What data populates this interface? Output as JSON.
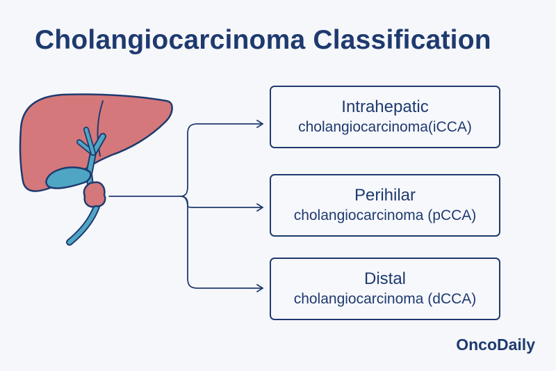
{
  "title": "Cholangiocarcinoma Classification",
  "categories": [
    {
      "name": "Intrahepatic",
      "full": "cholangiocarcinoma(iCCA)"
    },
    {
      "name": "Perihilar",
      "full": "cholangiocarcinoma (pCCA)"
    },
    {
      "name": "Distal",
      "full": "cholangiocarcinoma (dCCA)"
    }
  ],
  "brand": "OncoDaily",
  "colors": {
    "navy": "#1e3a6e",
    "liver": "#d4787b",
    "bile_duct": "#4fa6c4",
    "tumor": "#d4787b",
    "background": "#f6f7fb"
  },
  "icons": [
    "liver-icon",
    "gallbladder-icon",
    "bile-duct-icon",
    "tumor-icon"
  ]
}
